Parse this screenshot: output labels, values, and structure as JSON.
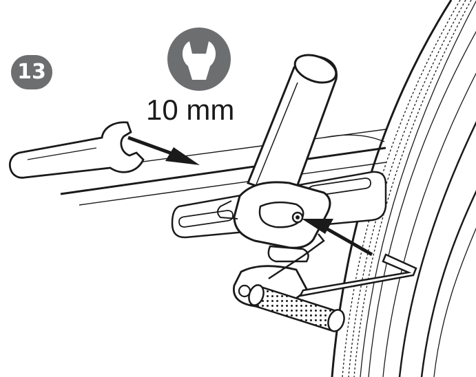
{
  "step": {
    "number": "13"
  },
  "tool": {
    "icon": "wrench-icon",
    "size_label": "10 mm"
  },
  "colors": {
    "badge": "#6d6e70",
    "line": "#1a1a1a",
    "background": "#ffffff"
  },
  "illustration": {
    "parts": [
      "open-end-wrench",
      "handlebar-stem",
      "seat-post-clamp",
      "allen-key",
      "knurled-handle",
      "wheel-tire"
    ]
  }
}
